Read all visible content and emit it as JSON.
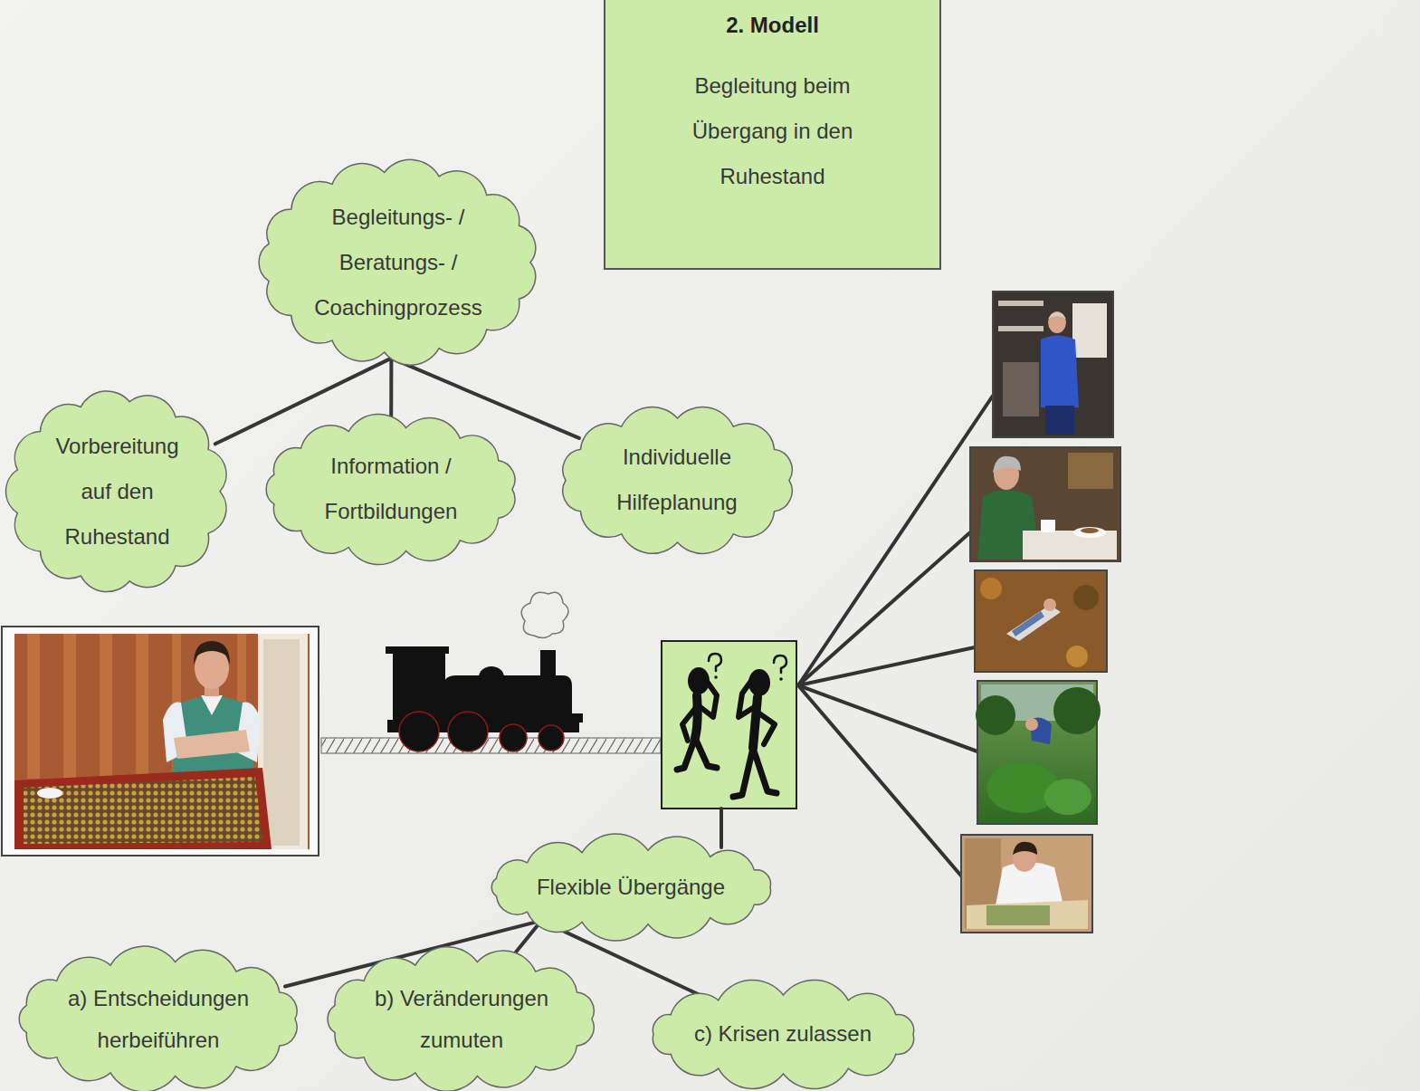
{
  "diagram": {
    "nodes": [
      {
        "text": [
          "2. Modell",
          "Begleitung beim Übergang in den Ruhestand"
        ]
      },
      {
        "text": [
          "Begleitungs- / Beratungs- / Coachingprozess"
        ]
      },
      {
        "text": [
          "Vorbereitung auf den Ruhestand"
        ]
      },
      {
        "text": [
          "Information / Fortbildungen"
        ]
      },
      {
        "text": [
          "Individuelle Hilfeplanung"
        ]
      },
      {
        "text": [
          "Flexible Übergänge"
        ]
      },
      {
        "text": [
          "a) Entscheidungen herbeiführen"
        ]
      },
      {
        "text": [
          "b) Veränderungen zumuten"
        ]
      },
      {
        "text": [
          "c) Krisen zulassen"
        ]
      }
    ],
    "edges": [
      {
        "from": 1,
        "to": 2,
        "arrow": "none"
      },
      {
        "from": 1,
        "to": 3,
        "arrow": "none"
      },
      {
        "from": 1,
        "to": 4,
        "arrow": "none"
      },
      {
        "from": 5,
        "to": 6,
        "arrow": "none"
      },
      {
        "from": 5,
        "to": 7,
        "arrow": "none"
      },
      {
        "from": 5,
        "to": 8,
        "arrow": "none"
      }
    ]
  }
}
